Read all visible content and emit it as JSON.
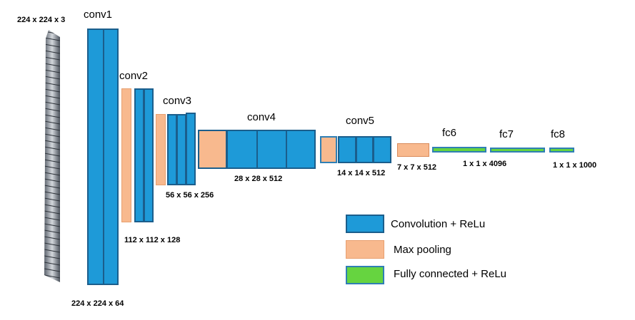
{
  "stages": {
    "conv1": "conv1",
    "conv2": "conv2",
    "conv3": "conv3",
    "conv4": "conv4",
    "conv5": "conv5",
    "fc6": "fc6",
    "fc7": "fc7",
    "fc8": "fc8"
  },
  "dimensions": {
    "input": "224 x 224 x 3",
    "conv1": "224 x 224 x 64",
    "conv2": "112 x 112 x 128",
    "conv3": "56 x 56 x 256",
    "conv4": "28 x 28 x 512",
    "conv5": "14 x 14 x 512",
    "pool5": "7 x 7 x 512",
    "fc": "1 x 1 x 4096",
    "fc8": "1 x 1 x 1000"
  },
  "legend": {
    "conv": "Convolution + ReLu",
    "pool": "Max pooling",
    "fc": "Fully connected  + ReLu"
  },
  "colors": {
    "convolution": "#1e9ad8",
    "max_pooling": "#f8b98e",
    "fully_connected": "#66d440",
    "outline": "#1b5e8c"
  }
}
